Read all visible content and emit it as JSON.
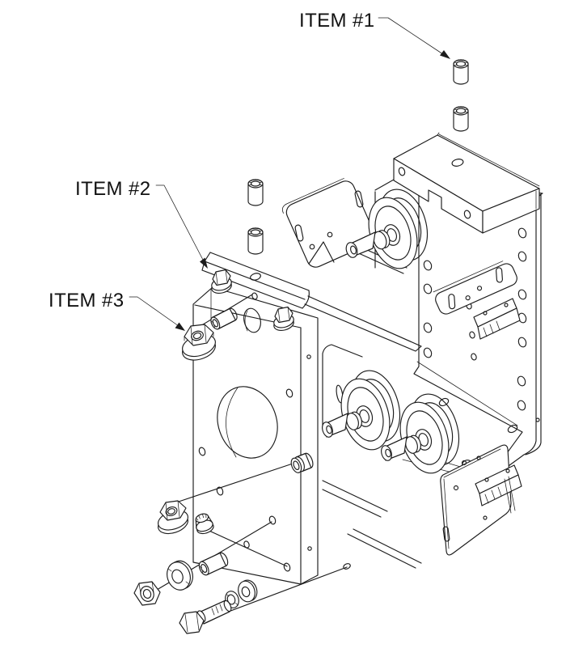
{
  "figure": {
    "type": "exploded-assembly-technical-drawing",
    "background_color": "#ffffff",
    "line_color": "#1c1c1c",
    "labels": [
      {
        "id": "item-1",
        "text": "ITEM #1",
        "points_to": "cylindrical-spacer-top-right"
      },
      {
        "id": "item-2",
        "text": "ITEM #2",
        "points_to": "flanged-hex-bolt-left-plate"
      },
      {
        "id": "item-3",
        "text": "ITEM #3",
        "points_to": "flanged-hex-nut-left-plate"
      }
    ]
  }
}
